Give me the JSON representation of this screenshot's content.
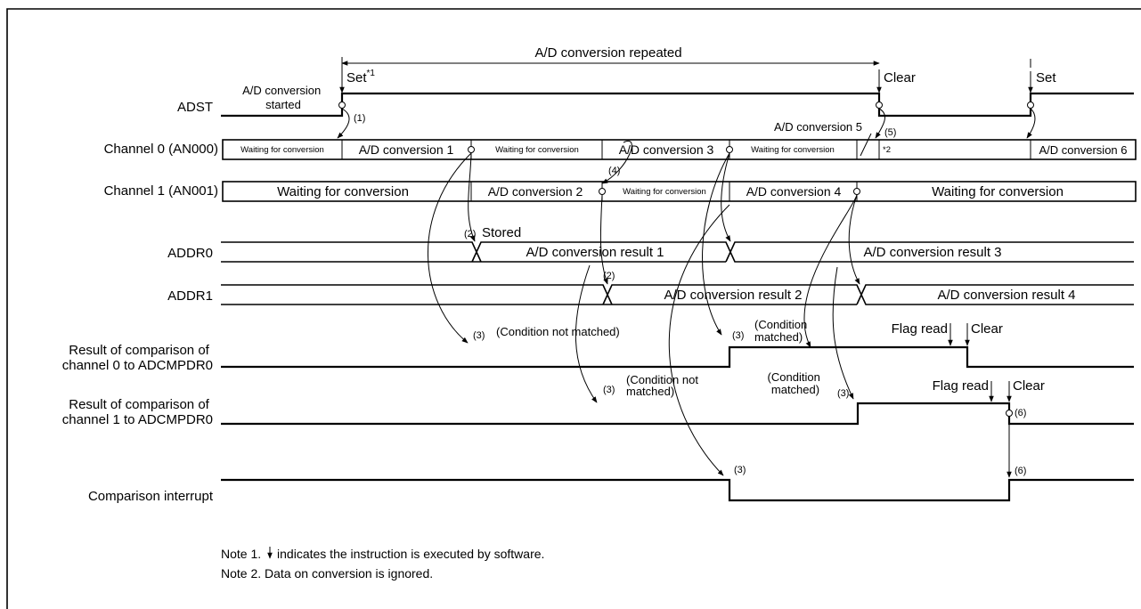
{
  "header": {
    "repeat_label": "A/D conversion repeated",
    "set1": "Set",
    "set1_sup": "*1",
    "clear": "Clear",
    "set2": "Set"
  },
  "signals": {
    "adst": "ADST",
    "ch0": "Channel 0 (AN000)",
    "ch1": "Channel 1 (AN001)",
    "addr0": "ADDR0",
    "addr1": "ADDR1",
    "cmp0_line1": "Result of comparison of",
    "cmp0_line2": "channel 0 to ADCMPDR0",
    "cmp1_line1": "Result of comparison of",
    "cmp1_line2": "channel 1 to ADCMPDR0",
    "interrupt": "Comparison interrupt"
  },
  "adst": {
    "started_line1": "A/D conversion",
    "started_line2": "started"
  },
  "ch0": {
    "wait1": "Waiting for conversion",
    "conv1": "A/D conversion 1",
    "wait2": "Waiting for conversion",
    "conv3": "A/D conversion 3",
    "wait3": "Waiting for conversion",
    "conv5": "A/D conversion 5",
    "note2_mark": "*2",
    "conv6": "A/D conversion 6"
  },
  "ch1": {
    "wait1": "Waiting for conversion",
    "conv2": "A/D conversion 2",
    "wait2": "Waiting for conversion",
    "conv4": "A/D conversion 4",
    "wait3": "Waiting for conversion"
  },
  "addr0": {
    "stored": "Stored",
    "result1": "A/D conversion result 1",
    "result3": "A/D conversion result 3"
  },
  "addr1": {
    "result2": "A/D conversion result 2",
    "result4": "A/D conversion result 4"
  },
  "cmp0": {
    "not_matched": "(Condition not matched)",
    "matched_line1": "(Condition",
    "matched_line2": "matched)",
    "flag_read": "Flag read",
    "clear": "Clear"
  },
  "cmp1": {
    "not_matched_line1": "(Condition not",
    "not_matched_line2": "matched)",
    "matched_line1": "(Condition",
    "matched_line2": "matched)",
    "flag_read": "Flag read",
    "clear": "Clear"
  },
  "steps": {
    "s1": "(1)",
    "s2": "(2)",
    "s3": "(3)",
    "s4": "(4)",
    "s5": "(5)",
    "s6": "(6)"
  },
  "notes": {
    "note1_prefix": "Note 1.",
    "note1_text": "indicates the instruction is executed by software.",
    "note2": "Note 2.  Data on conversion is ignored."
  }
}
